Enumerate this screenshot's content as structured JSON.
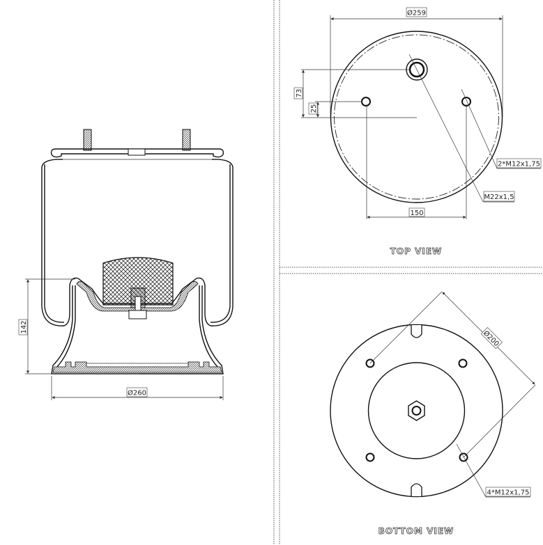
{
  "side_view": {
    "height_label": "142",
    "diameter_label": "Ø260"
  },
  "top_view": {
    "title": "TOP VIEW",
    "diameter_label": "Ø259",
    "offset_large_label": "73",
    "offset_small_label": "25",
    "spacing_label": "150",
    "stud_thread_label": "2*M12x1,75",
    "air_inlet_label": "M22x1,5"
  },
  "bottom_view": {
    "title": "BOTTOM VIEW",
    "bolt_circle_label": "Ø200",
    "bolt_thread_label": "4*M12x1,75"
  },
  "colors": {
    "line": "#111111",
    "background": "#ffffff"
  }
}
